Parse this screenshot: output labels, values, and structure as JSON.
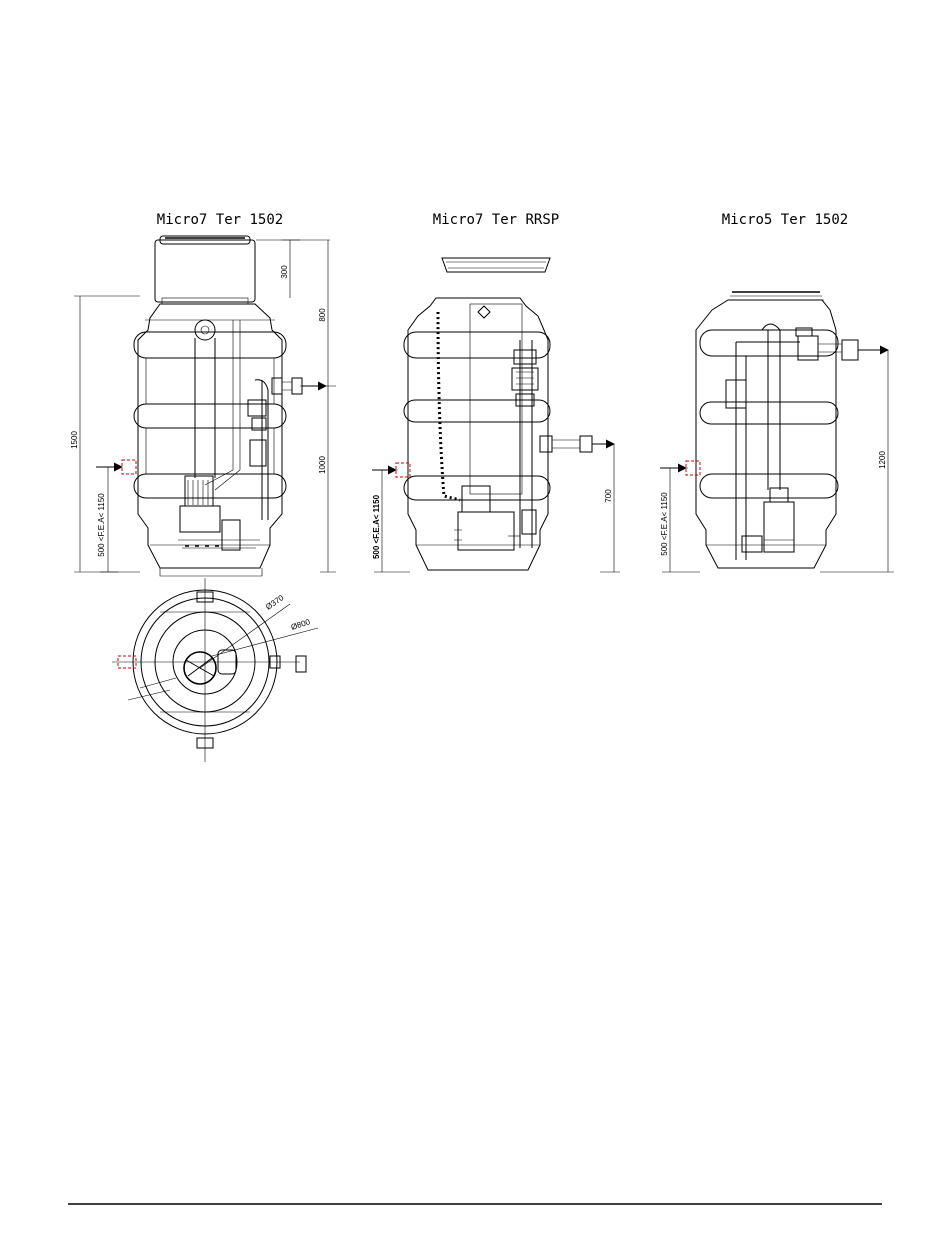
{
  "views": [
    {
      "title": "Micro7 Ter 1502",
      "dims": {
        "total": "1500",
        "lid": "300",
        "upper": "800",
        "lower": "1000",
        "inlet": "500 <F.E.A< 1150"
      },
      "plan_dims": {
        "d1": "Ø370",
        "d2": "Ø800"
      }
    },
    {
      "title": "Micro7 Ter RRSP",
      "dims": {
        "inlet": "500 <F.E.A< 1150",
        "outlet": "700"
      }
    },
    {
      "title": "Micro5 Ter 1502",
      "dims": {
        "inlet": "500 <F.E.A< 1150",
        "outlet": "1200"
      }
    }
  ]
}
